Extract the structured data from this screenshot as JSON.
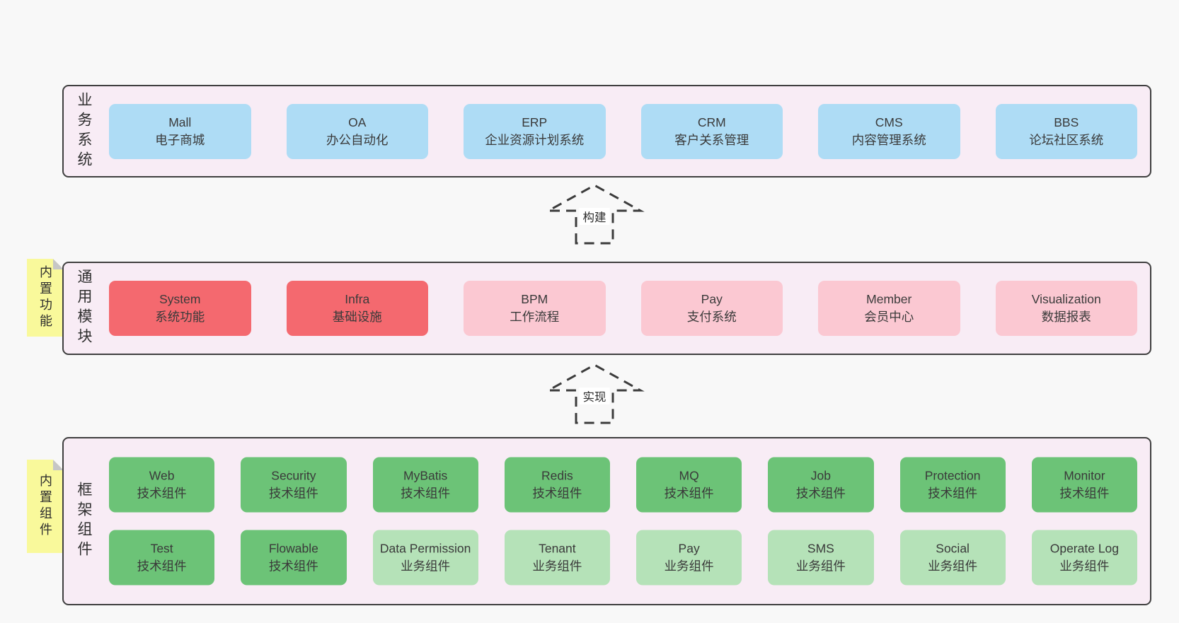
{
  "colors": {
    "page_bg": "#f8f8f8",
    "panel_bg": "#f8ecf5",
    "panel_border": "#3f3f3f",
    "blue": "#aedcf5",
    "red": "#f4696f",
    "pink": "#fbc8d2",
    "green_dark": "#6cc377",
    "green_light": "#b5e2b8",
    "tag_yellow": "#f9f99b"
  },
  "arrows": {
    "build": "构建",
    "implement": "实现"
  },
  "business": {
    "label": "业务系统",
    "items": [
      {
        "title": "Mall",
        "subtitle": "电子商城"
      },
      {
        "title": "OA",
        "subtitle": "办公自动化"
      },
      {
        "title": "ERP",
        "subtitle": "企业资源计划系统"
      },
      {
        "title": "CRM",
        "subtitle": "客户关系管理"
      },
      {
        "title": "CMS",
        "subtitle": "内容管理系统"
      },
      {
        "title": "BBS",
        "subtitle": "论坛社区系统"
      }
    ]
  },
  "modules": {
    "label": "通用模块",
    "tag": "内置功能",
    "items": [
      {
        "title": "System",
        "subtitle": "系统功能"
      },
      {
        "title": "Infra",
        "subtitle": "基础设施"
      },
      {
        "title": "BPM",
        "subtitle": "工作流程"
      },
      {
        "title": "Pay",
        "subtitle": "支付系统"
      },
      {
        "title": "Member",
        "subtitle": "会员中心"
      },
      {
        "title": "Visualization",
        "subtitle": "数据报表"
      }
    ]
  },
  "components": {
    "label": "框架组件",
    "tag": "内置组件",
    "row1": [
      {
        "title": "Web",
        "subtitle": "技术组件"
      },
      {
        "title": "Security",
        "subtitle": "技术组件"
      },
      {
        "title": "MyBatis",
        "subtitle": "技术组件"
      },
      {
        "title": "Redis",
        "subtitle": "技术组件"
      },
      {
        "title": "MQ",
        "subtitle": "技术组件"
      },
      {
        "title": "Job",
        "subtitle": "技术组件"
      },
      {
        "title": "Protection",
        "subtitle": "技术组件"
      },
      {
        "title": "Monitor",
        "subtitle": "技术组件"
      }
    ],
    "row2": [
      {
        "title": "Test",
        "subtitle": "技术组件"
      },
      {
        "title": "Flowable",
        "subtitle": "技术组件"
      },
      {
        "title": "Data Permission",
        "subtitle": "业务组件"
      },
      {
        "title": "Tenant",
        "subtitle": "业务组件"
      },
      {
        "title": "Pay",
        "subtitle": "业务组件"
      },
      {
        "title": "SMS",
        "subtitle": "业务组件"
      },
      {
        "title": "Social",
        "subtitle": "业务组件"
      },
      {
        "title": "Operate Log",
        "subtitle": "业务组件"
      }
    ]
  }
}
